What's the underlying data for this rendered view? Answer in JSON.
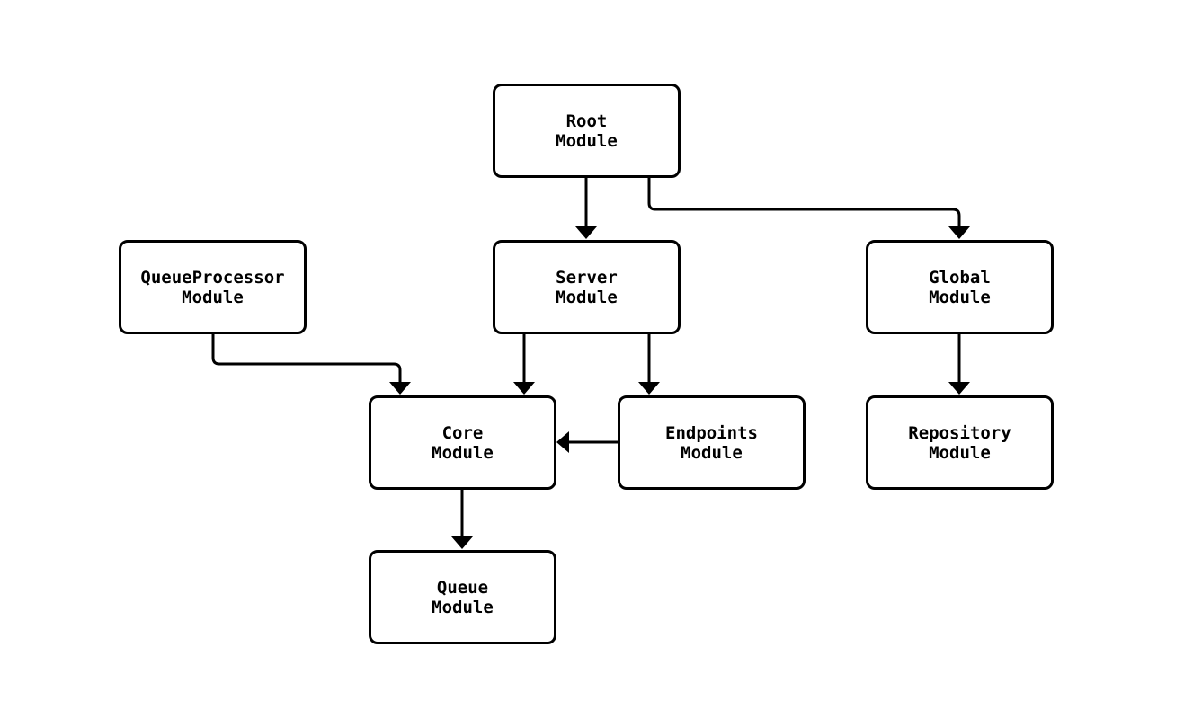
{
  "diagram": {
    "type": "module-dependency-graph",
    "background_color": "#ffffff",
    "node_fill_color": "#ffffff",
    "node_border_color": "#000000",
    "edge_color": "#000000"
  },
  "nodes": {
    "root": {
      "line1": "Root",
      "line2": "Module",
      "label": "Root Module"
    },
    "queueprocessor": {
      "line1": "QueueProcessor",
      "line2": "Module",
      "label": "QueueProcessor Module"
    },
    "server": {
      "line1": "Server",
      "line2": "Module",
      "label": "Server Module"
    },
    "global": {
      "line1": "Global",
      "line2": "Module",
      "label": "Global Module"
    },
    "core": {
      "line1": "Core",
      "line2": "Module",
      "label": "Core Module"
    },
    "endpoints": {
      "line1": "Endpoints",
      "line2": "Module",
      "label": "Endpoints Module"
    },
    "repository": {
      "line1": "Repository",
      "line2": "Module",
      "label": "Repository Module"
    },
    "queue": {
      "line1": "Queue",
      "line2": "Module",
      "label": "Queue Module"
    }
  },
  "edges": [
    {
      "from": "Root Module",
      "to": "Server Module"
    },
    {
      "from": "Root Module",
      "to": "Global Module"
    },
    {
      "from": "QueueProcessor Module",
      "to": "Core Module"
    },
    {
      "from": "Server Module",
      "to": "Core Module"
    },
    {
      "from": "Server Module",
      "to": "Endpoints Module"
    },
    {
      "from": "Endpoints Module",
      "to": "Core Module"
    },
    {
      "from": "Global Module",
      "to": "Repository Module"
    },
    {
      "from": "Core Module",
      "to": "Queue Module"
    }
  ]
}
